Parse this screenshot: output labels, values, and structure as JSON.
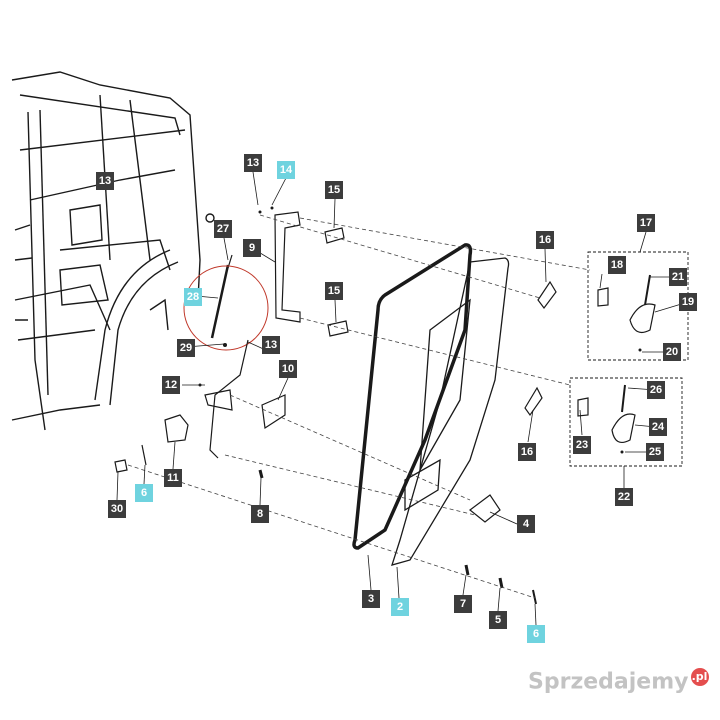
{
  "diagram": {
    "callouts": [
      {
        "id": "c13a",
        "label": "13",
        "highlight": false
      },
      {
        "id": "c14",
        "label": "14",
        "highlight": true
      },
      {
        "id": "c15a",
        "label": "15",
        "highlight": false
      },
      {
        "id": "c15b",
        "label": "15",
        "highlight": false
      },
      {
        "id": "c16a",
        "label": "16",
        "highlight": false
      },
      {
        "id": "c16b",
        "label": "16",
        "highlight": false
      },
      {
        "id": "c17",
        "label": "17",
        "highlight": false
      },
      {
        "id": "c18",
        "label": "18",
        "highlight": false
      },
      {
        "id": "c21",
        "label": "21",
        "highlight": false
      },
      {
        "id": "c19",
        "label": "19",
        "highlight": false
      },
      {
        "id": "c20",
        "label": "20",
        "highlight": false
      },
      {
        "id": "c13b",
        "label": "13",
        "highlight": false
      },
      {
        "id": "c27",
        "label": "27",
        "highlight": false
      },
      {
        "id": "c9",
        "label": "9",
        "highlight": false
      },
      {
        "id": "c28",
        "label": "28",
        "highlight": true
      },
      {
        "id": "c29",
        "label": "29",
        "highlight": false
      },
      {
        "id": "c13c",
        "label": "13",
        "highlight": false
      },
      {
        "id": "c12",
        "label": "12",
        "highlight": false
      },
      {
        "id": "c10",
        "label": "10",
        "highlight": false
      },
      {
        "id": "c26",
        "label": "26",
        "highlight": false
      },
      {
        "id": "c23",
        "label": "23",
        "highlight": false
      },
      {
        "id": "c24",
        "label": "24",
        "highlight": false
      },
      {
        "id": "c25",
        "label": "25",
        "highlight": false
      },
      {
        "id": "c22",
        "label": "22",
        "highlight": false
      },
      {
        "id": "c11",
        "label": "11",
        "highlight": false
      },
      {
        "id": "c6a",
        "label": "6",
        "highlight": true
      },
      {
        "id": "c30",
        "label": "30",
        "highlight": false
      },
      {
        "id": "c8",
        "label": "8",
        "highlight": false
      },
      {
        "id": "c4",
        "label": "4",
        "highlight": false
      },
      {
        "id": "c3",
        "label": "3",
        "highlight": false
      },
      {
        "id": "c2",
        "label": "2",
        "highlight": true
      },
      {
        "id": "c7",
        "label": "7",
        "highlight": false
      },
      {
        "id": "c5",
        "label": "5",
        "highlight": false
      },
      {
        "id": "c6b",
        "label": "6",
        "highlight": true
      }
    ],
    "colors": {
      "callout": "#3c3c3c",
      "highlight": "#6fd3df",
      "line": "#1a1a1a",
      "circle": "#c0392b"
    }
  },
  "watermark": {
    "text": "Sprzedajemy",
    "badge": ".pl"
  }
}
